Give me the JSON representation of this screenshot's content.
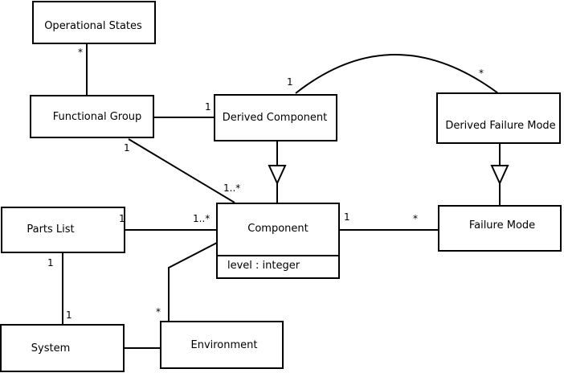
{
  "classes": {
    "operational_states": "Operational States",
    "functional_group": "Functional Group",
    "derived_component": "Derived Component",
    "derived_failure_mode": "Derived Failure Mode",
    "parts_list": "Parts List",
    "component": "Component",
    "component_attribute": "level : integer",
    "failure_mode": "Failure Mode",
    "system": "System",
    "environment": "Environment"
  },
  "multiplicities": {
    "opstates_fg": "*",
    "fg_dc": "1",
    "dc_arc": "1",
    "arc_dfm": "*",
    "fg_comp": "1",
    "comp_fg": "1..*",
    "pl_comp": "1",
    "comp_pl": "1..*",
    "comp_fm": "1",
    "fm_comp": "*",
    "pl_sys": "1",
    "sys_pl": "1",
    "env_comp": "*"
  }
}
